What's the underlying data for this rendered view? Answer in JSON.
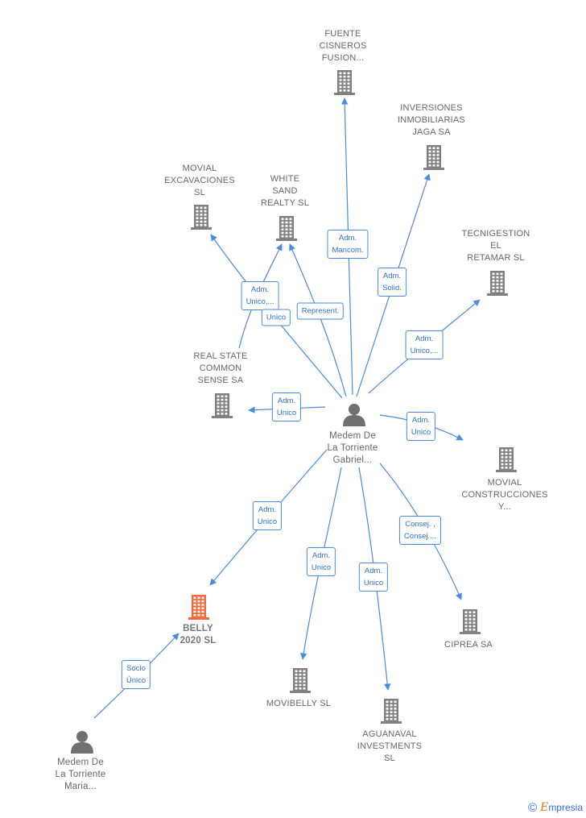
{
  "nodes": [
    {
      "id": "fuente",
      "kind": "company",
      "lines": [
        "FUENTE",
        "CISNEROS",
        "FUSION..."
      ]
    },
    {
      "id": "inversiones",
      "kind": "company",
      "lines": [
        "INVERSIONES",
        "INMOBILIARIAS",
        "JAGA SA"
      ]
    },
    {
      "id": "movial_exc",
      "kind": "company",
      "lines": [
        "MOVIAL",
        "EXCAVACIONES",
        "SL"
      ]
    },
    {
      "id": "white_sand",
      "kind": "company",
      "lines": [
        "WHITE",
        "SAND",
        "REALTY SL"
      ]
    },
    {
      "id": "tecnigestion",
      "kind": "company",
      "lines": [
        "TECNIGESTION",
        "EL",
        "RETAMAR  SL"
      ]
    },
    {
      "id": "real_state",
      "kind": "company",
      "lines": [
        "REAL STATE",
        "COMMON",
        "SENSE SA"
      ]
    },
    {
      "id": "gabriel",
      "kind": "person",
      "lines": [
        "Medem De",
        "La Torriente",
        "Gabriel..."
      ]
    },
    {
      "id": "movial_con",
      "kind": "company",
      "lines": [
        "MOVIAL",
        "CONSTRUCCIONES",
        "Y..."
      ]
    },
    {
      "id": "belly",
      "kind": "focus",
      "lines": [
        "BELLY",
        "2020  SL"
      ]
    },
    {
      "id": "ciprea",
      "kind": "company",
      "lines": [
        "CIPREA SA"
      ]
    },
    {
      "id": "movibelly",
      "kind": "company",
      "lines": [
        "MOVIBELLY  SL"
      ]
    },
    {
      "id": "aguanaval",
      "kind": "company",
      "lines": [
        "AGUANAVAL",
        "INVESTMENTS",
        "SL"
      ]
    },
    {
      "id": "maria",
      "kind": "person",
      "lines": [
        "Medem De",
        "La Torriente",
        "Maria..."
      ]
    }
  ],
  "edges": [
    {
      "id": "e_fuente",
      "from": "gabriel",
      "to": "fuente",
      "lines": [
        "Adm.",
        "Mancom."
      ]
    },
    {
      "id": "e_inversiones",
      "from": "gabriel",
      "to": "inversiones",
      "lines": [
        "Adm.",
        "Solid."
      ]
    },
    {
      "id": "e_movial_exc",
      "from": "gabriel",
      "to": "movial_exc",
      "lines": [
        "Adm.",
        "Unico,..."
      ]
    },
    {
      "id": "e_white_unico",
      "from": "real_state",
      "to": "white_sand",
      "lines": [
        "Unico"
      ]
    },
    {
      "id": "e_white_rep",
      "from": "gabriel",
      "to": "white_sand",
      "lines": [
        "Represent."
      ]
    },
    {
      "id": "e_tecnigestion",
      "from": "gabriel",
      "to": "tecnigestion",
      "lines": [
        "Adm.",
        "Unico,..."
      ]
    },
    {
      "id": "e_real_state",
      "from": "gabriel",
      "to": "real_state",
      "lines": [
        "Adm.",
        "Unico"
      ]
    },
    {
      "id": "e_movial_con",
      "from": "gabriel",
      "to": "movial_con",
      "lines": [
        "Adm.",
        "Unico"
      ]
    },
    {
      "id": "e_belly",
      "from": "gabriel",
      "to": "belly",
      "lines": [
        "Adm.",
        "Unico"
      ]
    },
    {
      "id": "e_ciprea",
      "from": "gabriel",
      "to": "ciprea",
      "lines": [
        "Consej. ,",
        "Consej...."
      ]
    },
    {
      "id": "e_movibelly",
      "from": "gabriel",
      "to": "movibelly",
      "lines": [
        "Adm.",
        "Unico"
      ]
    },
    {
      "id": "e_aguanaval",
      "from": "gabriel",
      "to": "aguanaval",
      "lines": [
        "Adm.",
        "Unico"
      ]
    },
    {
      "id": "e_maria_belly",
      "from": "maria",
      "to": "belly",
      "lines": [
        "Socio",
        "Único"
      ]
    }
  ],
  "colors": {
    "edge": "#4a8ae0",
    "building": "#808080",
    "focus": "#f06a3c",
    "person": "#707070",
    "label": "#666666"
  },
  "brand": {
    "copyright": "©",
    "initial": "E",
    "rest": "mpresia"
  }
}
